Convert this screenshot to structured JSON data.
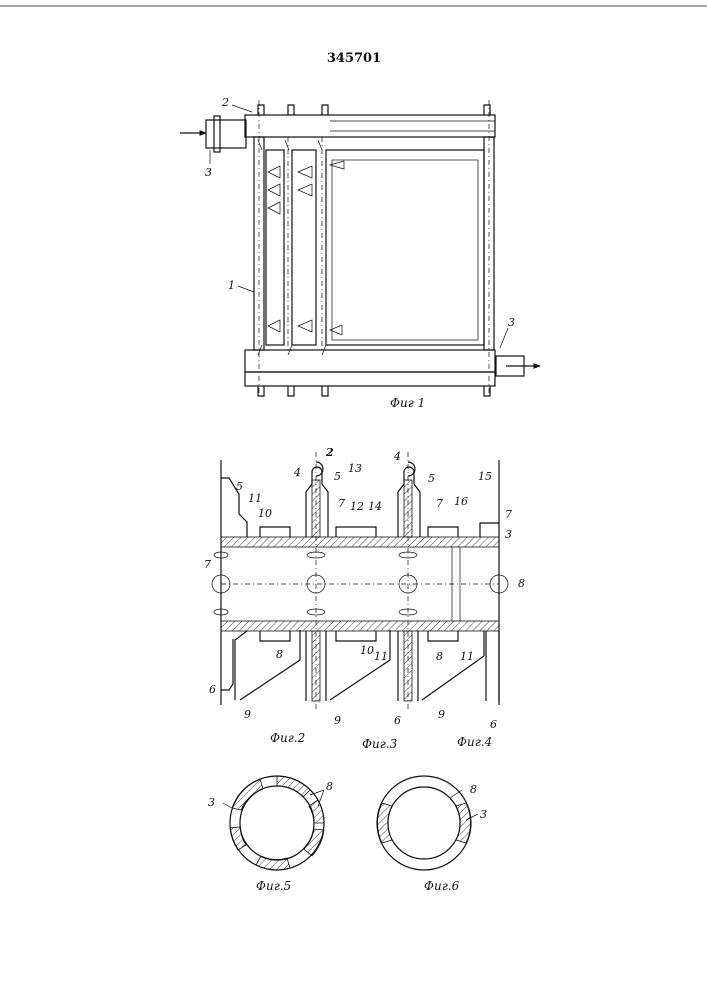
{
  "patent_number": "345701",
  "figures": {
    "fig1": {
      "caption": "Фиг 1",
      "labels": [
        "1",
        "2",
        "3",
        "3"
      ]
    },
    "fig2": {
      "caption": "Фиг.2"
    },
    "fig3": {
      "caption": "Фиг.3"
    },
    "fig4": {
      "caption": "Фиг.4"
    },
    "fig5": {
      "caption": "Фиг.5",
      "labels": [
        "3",
        "8"
      ]
    },
    "fig6": {
      "caption": "Фиг.6",
      "labels": [
        "3",
        "8"
      ]
    }
  },
  "section_labels": [
    "2",
    "4",
    "5",
    "4",
    "5",
    "5",
    "11",
    "10",
    "7",
    "13",
    "12",
    "14",
    "15",
    "16",
    "7",
    "7",
    "3",
    "7",
    "8",
    "6",
    "8",
    "10",
    "11",
    "8",
    "11",
    "9",
    "9",
    "6",
    "9",
    "6"
  ]
}
